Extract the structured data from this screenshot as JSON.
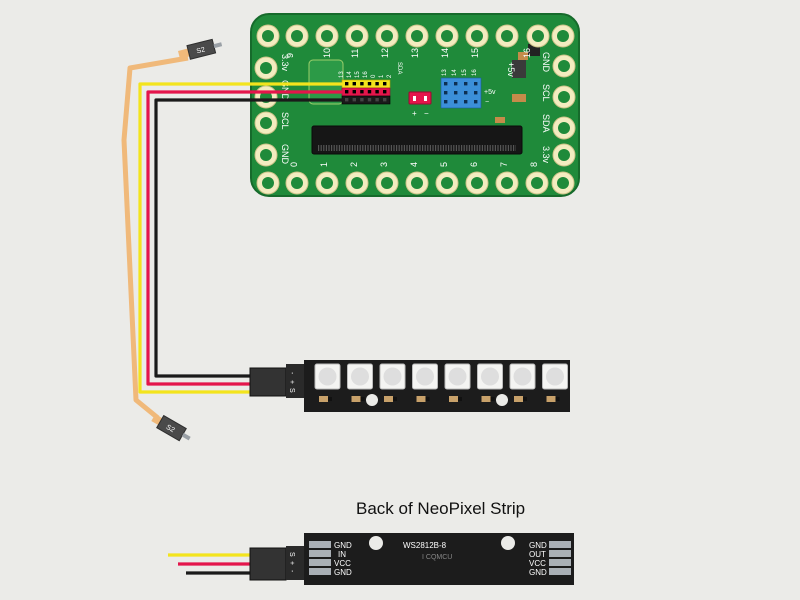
{
  "colors": {
    "background": "#ebebe8",
    "pcb": "#1f8a3a",
    "pad": "#f3ecc0",
    "wire_yellow": "#f3e41c",
    "wire_red": "#e4154b",
    "wire_black": "#1a1a1a",
    "wire_tan": "#f0b97a",
    "strip": "#1c1c1c"
  },
  "board": {
    "top_pins": [
      "9",
      "10",
      "11",
      "12",
      "13",
      "14",
      "15",
      "+5v",
      "16"
    ],
    "bottom_pins": [
      "0",
      "1",
      "2",
      "3",
      "4",
      "5",
      "6",
      "7",
      "8"
    ],
    "left_pins": [
      "3.3v",
      "GND",
      "SCL",
      "GND"
    ],
    "right_pins": [
      "GND",
      "SCL",
      "SDA",
      "3.3v"
    ],
    "header_top_labels": [
      "13",
      "14",
      "15",
      "16",
      "0",
      "1",
      "2",
      "SDA"
    ],
    "header_left_labels": [
      "13",
      "14",
      "15",
      "16"
    ],
    "power_plus": "+",
    "power_minus": "−",
    "blue_labels": [
      "13",
      "14",
      "15",
      "16"
    ],
    "plus5v_label": "+5v",
    "minus_label": "−"
  },
  "jumpers": {
    "top_label": "S2",
    "bottom_label": "S2"
  },
  "strip_front": {
    "pin_labels": [
      "-",
      "+",
      "S"
    ],
    "led_count": 8
  },
  "back": {
    "title": "Back of NeoPixel Strip",
    "chip_label": "WS2812B-8",
    "maker_label": "I CQMCU",
    "left_pins": [
      "GND",
      "IN",
      "VCC",
      "GND"
    ],
    "right_pins": [
      "GND",
      "OUT",
      "VCC",
      "GND"
    ],
    "header_labels": [
      "S",
      "+",
      "-"
    ]
  }
}
